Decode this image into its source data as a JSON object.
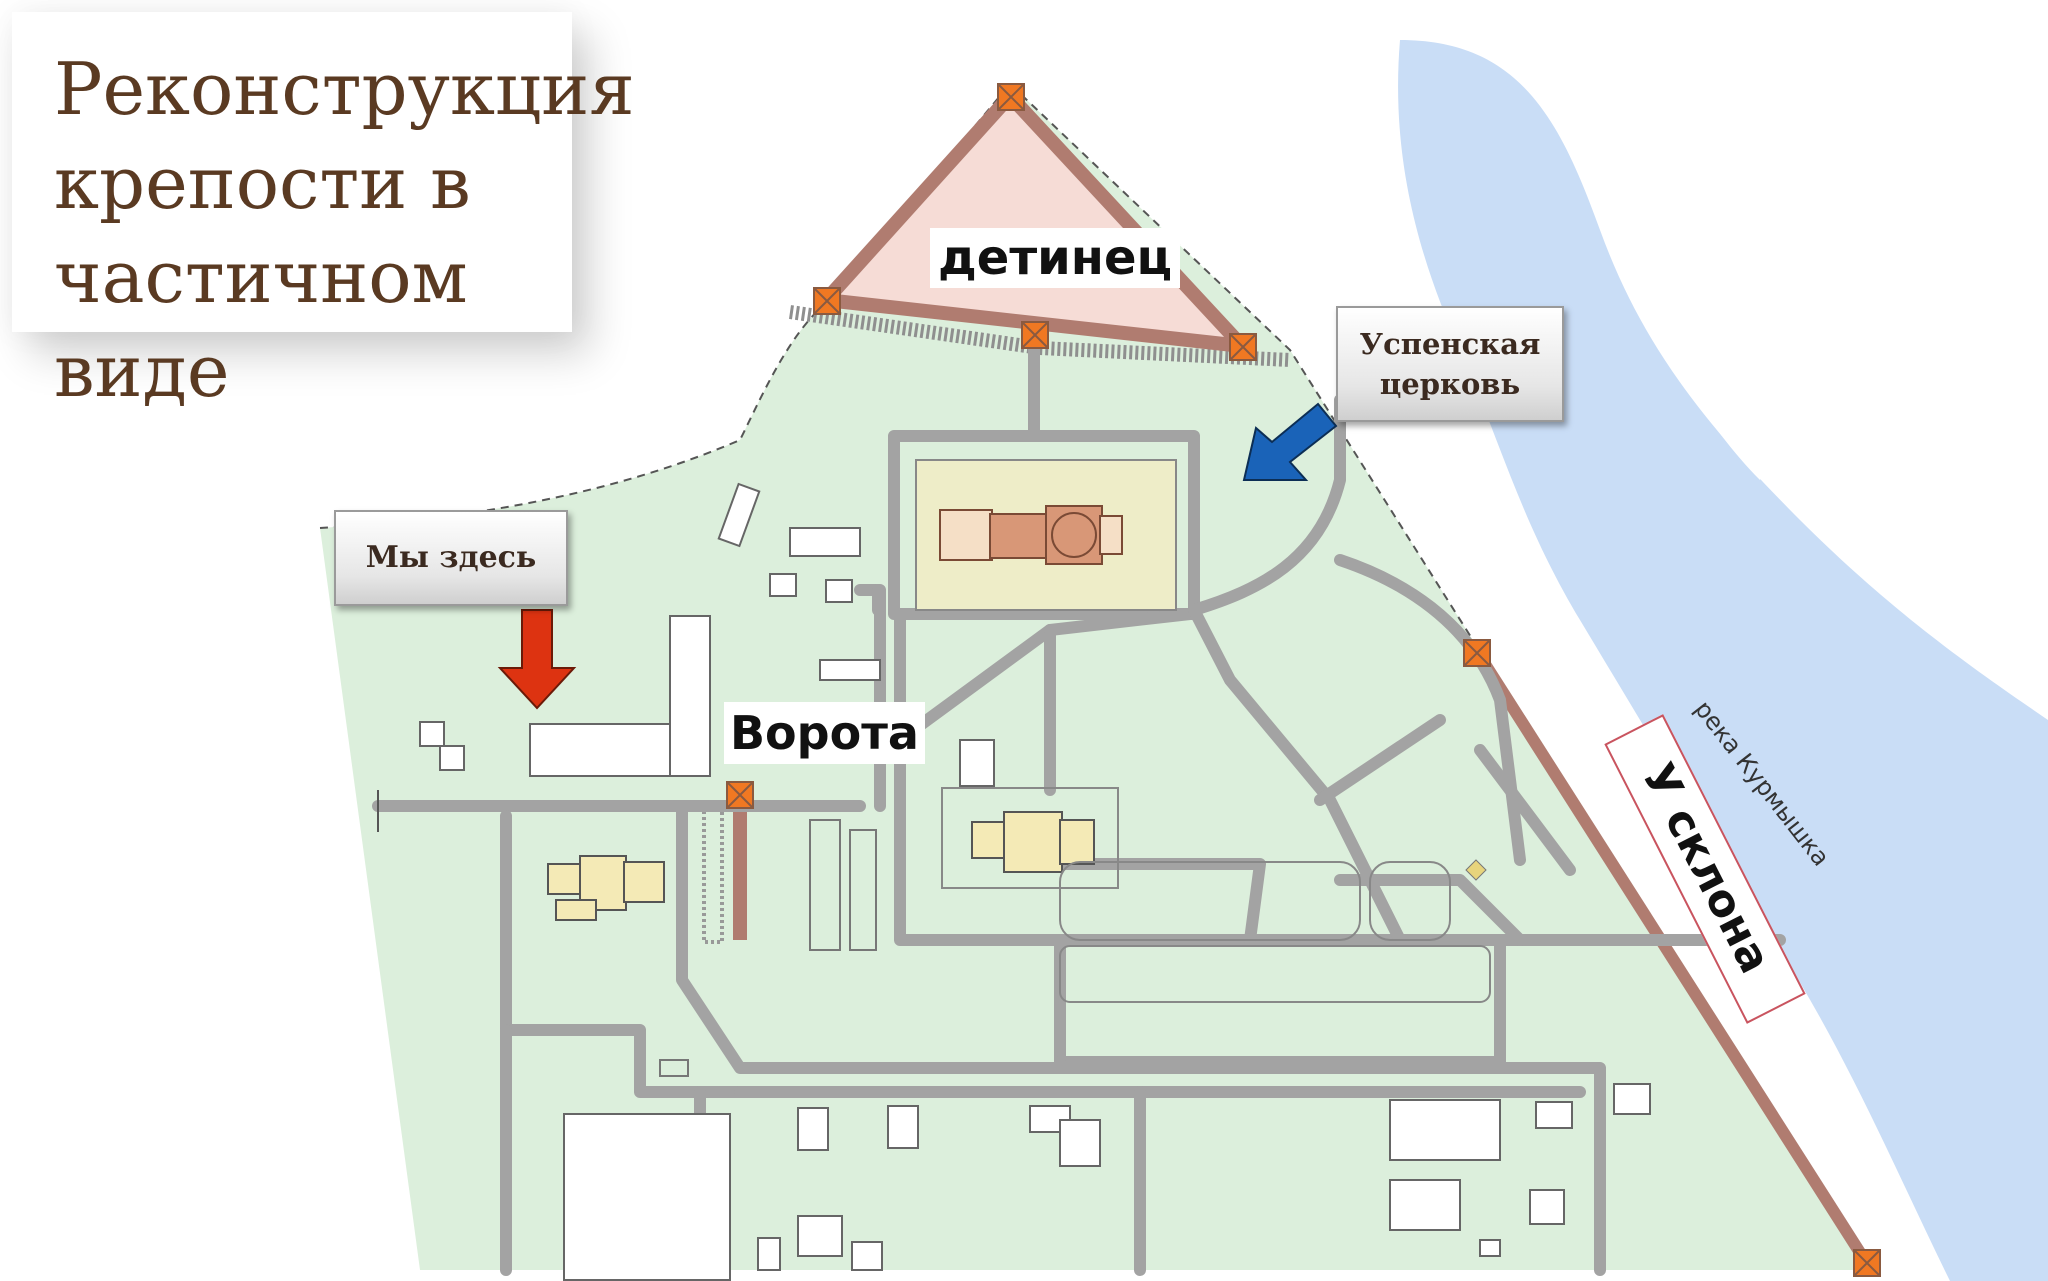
{
  "title": "Реконструкция крепости в частичном виде",
  "callouts": {
    "here": "Мы здесь",
    "church_line1": "Успенская",
    "church_line2": "церковь"
  },
  "labels": {
    "detinets": "детинец",
    "gate": "Ворота",
    "slope": "У склона",
    "river": "река Курмышка"
  },
  "colors": {
    "ground": "#dcefdc",
    "road": "#a3a3a3",
    "wall": "#b07c70",
    "tower": "#f07822",
    "river": "#c9ddf6",
    "detinets_fill": "#f6dcd6",
    "church_plot": "#eeedc8",
    "arrow_here": "#dd3311",
    "arrow_church": "#1a63b8"
  },
  "icons": {
    "tower": "tower-icon",
    "church": "church-icon",
    "arrow_here": "arrow-down-icon",
    "arrow_church": "arrow-diagonal-icon"
  }
}
